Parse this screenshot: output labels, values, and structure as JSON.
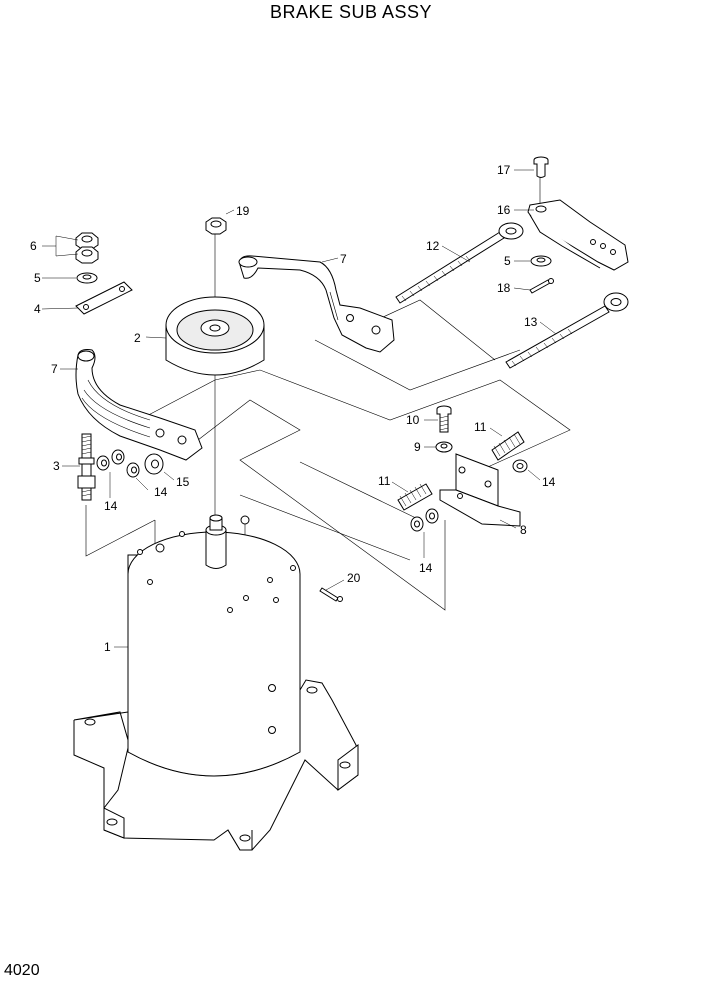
{
  "title": "BRAKE SUB ASSY",
  "page_code": "4020",
  "callouts": {
    "c1": "1",
    "c2": "2",
    "c3": "3",
    "c4": "4",
    "c5a": "5",
    "c5b": "5",
    "c6": "6",
    "c7a": "7",
    "c7b": "7",
    "c8": "8",
    "c9": "9",
    "c10": "10",
    "c11a": "11",
    "c11b": "11",
    "c12": "12",
    "c13": "13",
    "c14a": "14",
    "c14b": "14",
    "c14c": "14",
    "c14d": "14",
    "c15": "15",
    "c16": "16",
    "c17": "17",
    "c18": "18",
    "c19": "19",
    "c20": "20"
  }
}
